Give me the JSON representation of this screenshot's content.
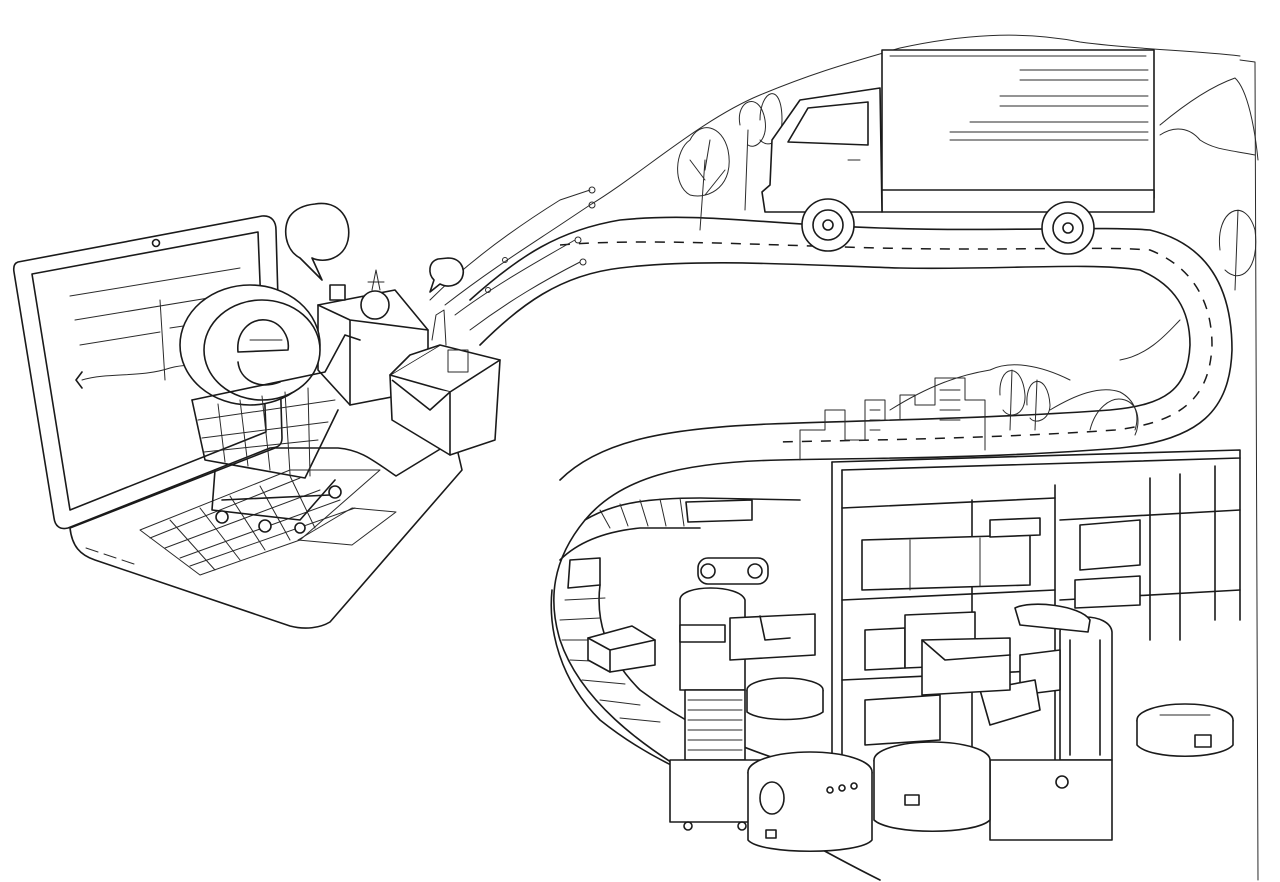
{
  "scene": {
    "style": "black-and-white line drawing",
    "colors": {
      "ink": "#1a1a1a",
      "paper": "#ffffff"
    },
    "parts": [
      "laptop",
      "shopping-cart",
      "e-logo",
      "parcel-boxes",
      "speech-bubbles",
      "circuit-lines",
      "winding-road",
      "delivery-truck",
      "hills",
      "trees",
      "city-skyline",
      "conveyor-belt",
      "warehouse-shelving",
      "humanoid-robot",
      "robot-arm",
      "cleaning-robots"
    ]
  },
  "logo": {
    "letter": "e"
  },
  "icons": {
    "laptop_back": "chevron-left-icon"
  }
}
